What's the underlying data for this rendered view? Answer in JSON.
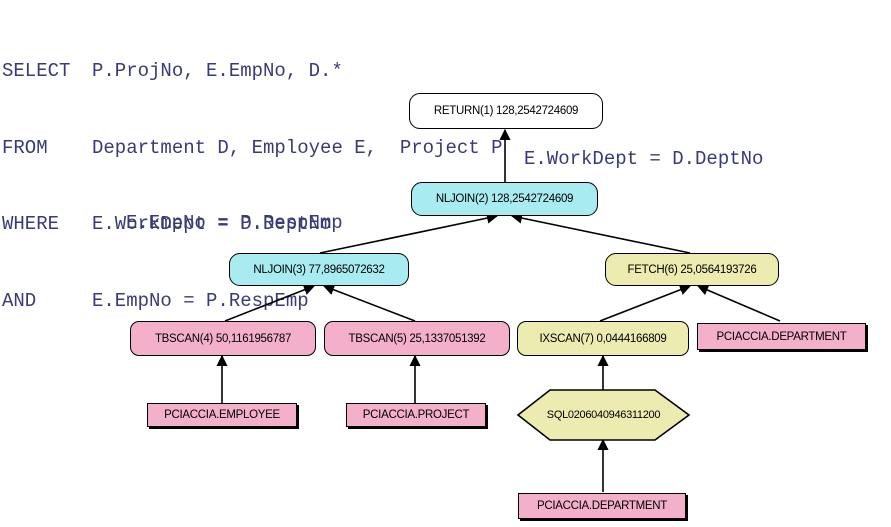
{
  "sql": {
    "select_kw": "SELECT",
    "select_body": "P.ProjNo, E.EmpNo, D.*",
    "from_kw": "FROM",
    "from_body": "Department D, Employee E,  Project P",
    "where_kw": "WHERE",
    "where_body": "E.WorkDept = D.DeptNo",
    "and_kw": "AND",
    "and_body": "E.EmpNo = P.RespEmp"
  },
  "conditions": {
    "outer_join": "E.WorkDept = D.DeptNo",
    "inner_join": "E.EmpNo = P.RespEmp"
  },
  "nodes": {
    "return": "RETURN(1) 128,2542724609",
    "nljoin2": "NLJOIN(2) 128,2542724609",
    "nljoin3": "NLJOIN(3) 77,8965072632",
    "fetch6": "FETCH(6) 25,0564193726",
    "tbscan4": "TBSCAN(4) 50,1161956787",
    "tbscan5": "TBSCAN(5) 25,1337051392",
    "ixscan7": "IXSCAN(7) 0,0444166809",
    "index": "SQL0206040946311200"
  },
  "tables": {
    "employee": "PCIACCIA.EMPLOYEE",
    "project": "PCIACCIA.PROJECT",
    "department_fetch": "PCIACCIA.DEPARTMENT",
    "department_index": "PCIACCIA.DEPARTMENT"
  },
  "colors": {
    "join": "#a8ecf2",
    "fetch": "#ecebb0",
    "scan": "#f4b0cb",
    "return": "#ffffff",
    "sql_text": "#3a3a78"
  }
}
